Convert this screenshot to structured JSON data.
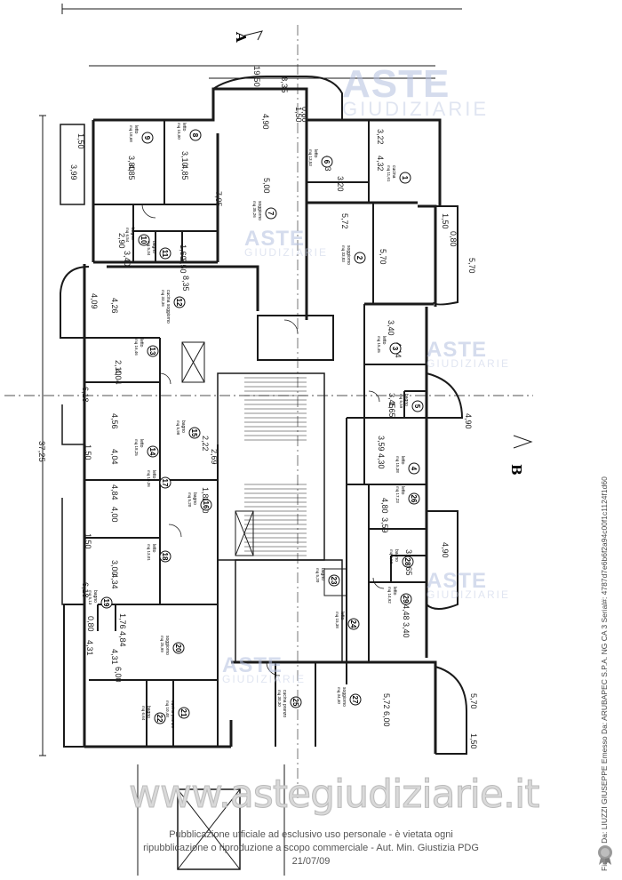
{
  "section_marks": {
    "a": "A",
    "b": "B"
  },
  "watermark": {
    "brand_top": "ASTE",
    "brand_bottom": "GIUDIZIARIE",
    "site": "www.astegiudiziarie.it"
  },
  "notice": {
    "line1": "Pubblicazione ufficiale ad esclusivo uso personale - è vietata ogni",
    "line2": "ripubblicazione o riproduzione a scopo commerciale - Aut. Min. Giustizia PDG 21/07/09"
  },
  "signature_line": "Firmato Da: LIUZZI GIUSEPPE Emesso Da: ARUBAPEC S.P.A. NG CA 3 Serial#: 4787d7e6b6f2a94c00f1c1124f1d60",
  "overall_dims": {
    "top_width": "19,50",
    "right_top_width": "8,35",
    "total_height": "37,25"
  },
  "dimensions": [
    "4,90",
    "1,50",
    "0,80",
    "3,22",
    "4,32",
    "4,33",
    "3,20",
    "1,50",
    "3,99",
    "3,80",
    "4,85",
    "3,10",
    "4,85",
    "5,00",
    "7,05",
    "5,72",
    "5,70",
    "1,50",
    "0,80",
    "5,70",
    "2,90",
    "3,40",
    "1,60",
    "3,50",
    "8,35",
    "4,09",
    "4,26",
    "3,40",
    "4,44",
    "4,56",
    "2,10",
    "4,04",
    "6,18",
    "3,45",
    "1,65",
    "4,90",
    "3,59",
    "4,30",
    "4,04",
    "2,22",
    "2,69",
    "4,84",
    "4,00",
    "1,86",
    "2,80",
    "4,80",
    "3,59",
    "3,00",
    "4,34",
    "3,45",
    "1,65",
    "4,90",
    "6,18",
    "1,76",
    "4,84",
    "4,48",
    "3,40",
    "0,80",
    "4,31",
    "4,31",
    "6,00",
    "5,72",
    "6,00",
    "5,70",
    "1,50",
    "1,50",
    "1,50"
  ],
  "rooms": [
    {
      "n": "1",
      "label": "cucina",
      "area": "mq 11,61"
    },
    {
      "n": "2",
      "label": "soggiorno",
      "area": "mq 33,83"
    },
    {
      "n": "3",
      "label": "letto",
      "area": "mq 15,45"
    },
    {
      "n": "4",
      "label": "letto",
      "area": "mq 15,38"
    },
    {
      "n": "5",
      "label": "bagno",
      "area": "mq 5,59"
    },
    {
      "n": "6",
      "label": "letto",
      "area": "mq 13,53"
    },
    {
      "n": "7",
      "label": "soggiorno",
      "area": "mq 35,26"
    },
    {
      "n": "8",
      "label": "letto",
      "area": "mq 15,00"
    },
    {
      "n": "9",
      "label": "letto",
      "area": "mq 18,68"
    },
    {
      "n": "10",
      "label": "bagno",
      "area": "mq 6,54"
    },
    {
      "n": "11",
      "label": "bagno",
      "area": "mq 5,34"
    },
    {
      "n": "12",
      "label": "cucina soggiorno",
      "area": "mq 33,36"
    },
    {
      "n": "13",
      "label": "letto",
      "area": "mq 16,46"
    },
    {
      "n": "14",
      "label": "letto",
      "area": "mq 18,25"
    },
    {
      "n": "15",
      "label": "bagno",
      "area": "mq 5,98"
    },
    {
      "n": "16",
      "label": "bagno",
      "area": "mq 5,20"
    },
    {
      "n": "17",
      "label": "letto",
      "area": "mq 19,36"
    },
    {
      "n": "18",
      "label": "letto",
      "area": "mq 13,01"
    },
    {
      "n": "19",
      "label": "bagno",
      "area": "mq 5,13"
    },
    {
      "n": "20",
      "label": "soggiorno",
      "area": "mq 25,99"
    },
    {
      "n": "21",
      "label": "cucina pranzo",
      "area": "mq 10,48"
    },
    {
      "n": "22",
      "label": "bagno",
      "area": "mq 6,64"
    },
    {
      "n": "23",
      "label": "bagno",
      "area": "mq 5,20"
    },
    {
      "n": "24",
      "label": "letto",
      "area": "mq 15,38"
    },
    {
      "n": "25",
      "label": "cucina pranzo",
      "area": "mq 30,30"
    },
    {
      "n": "26",
      "label": "letto",
      "area": "mq 17,23"
    },
    {
      "n": "27",
      "label": "soggiorno",
      "area": "mq 34,40"
    },
    {
      "n": "28",
      "label": "bagno",
      "area": "mq 5,59"
    },
    {
      "n": "29",
      "label": "letto",
      "area": "mq 14,92"
    }
  ]
}
